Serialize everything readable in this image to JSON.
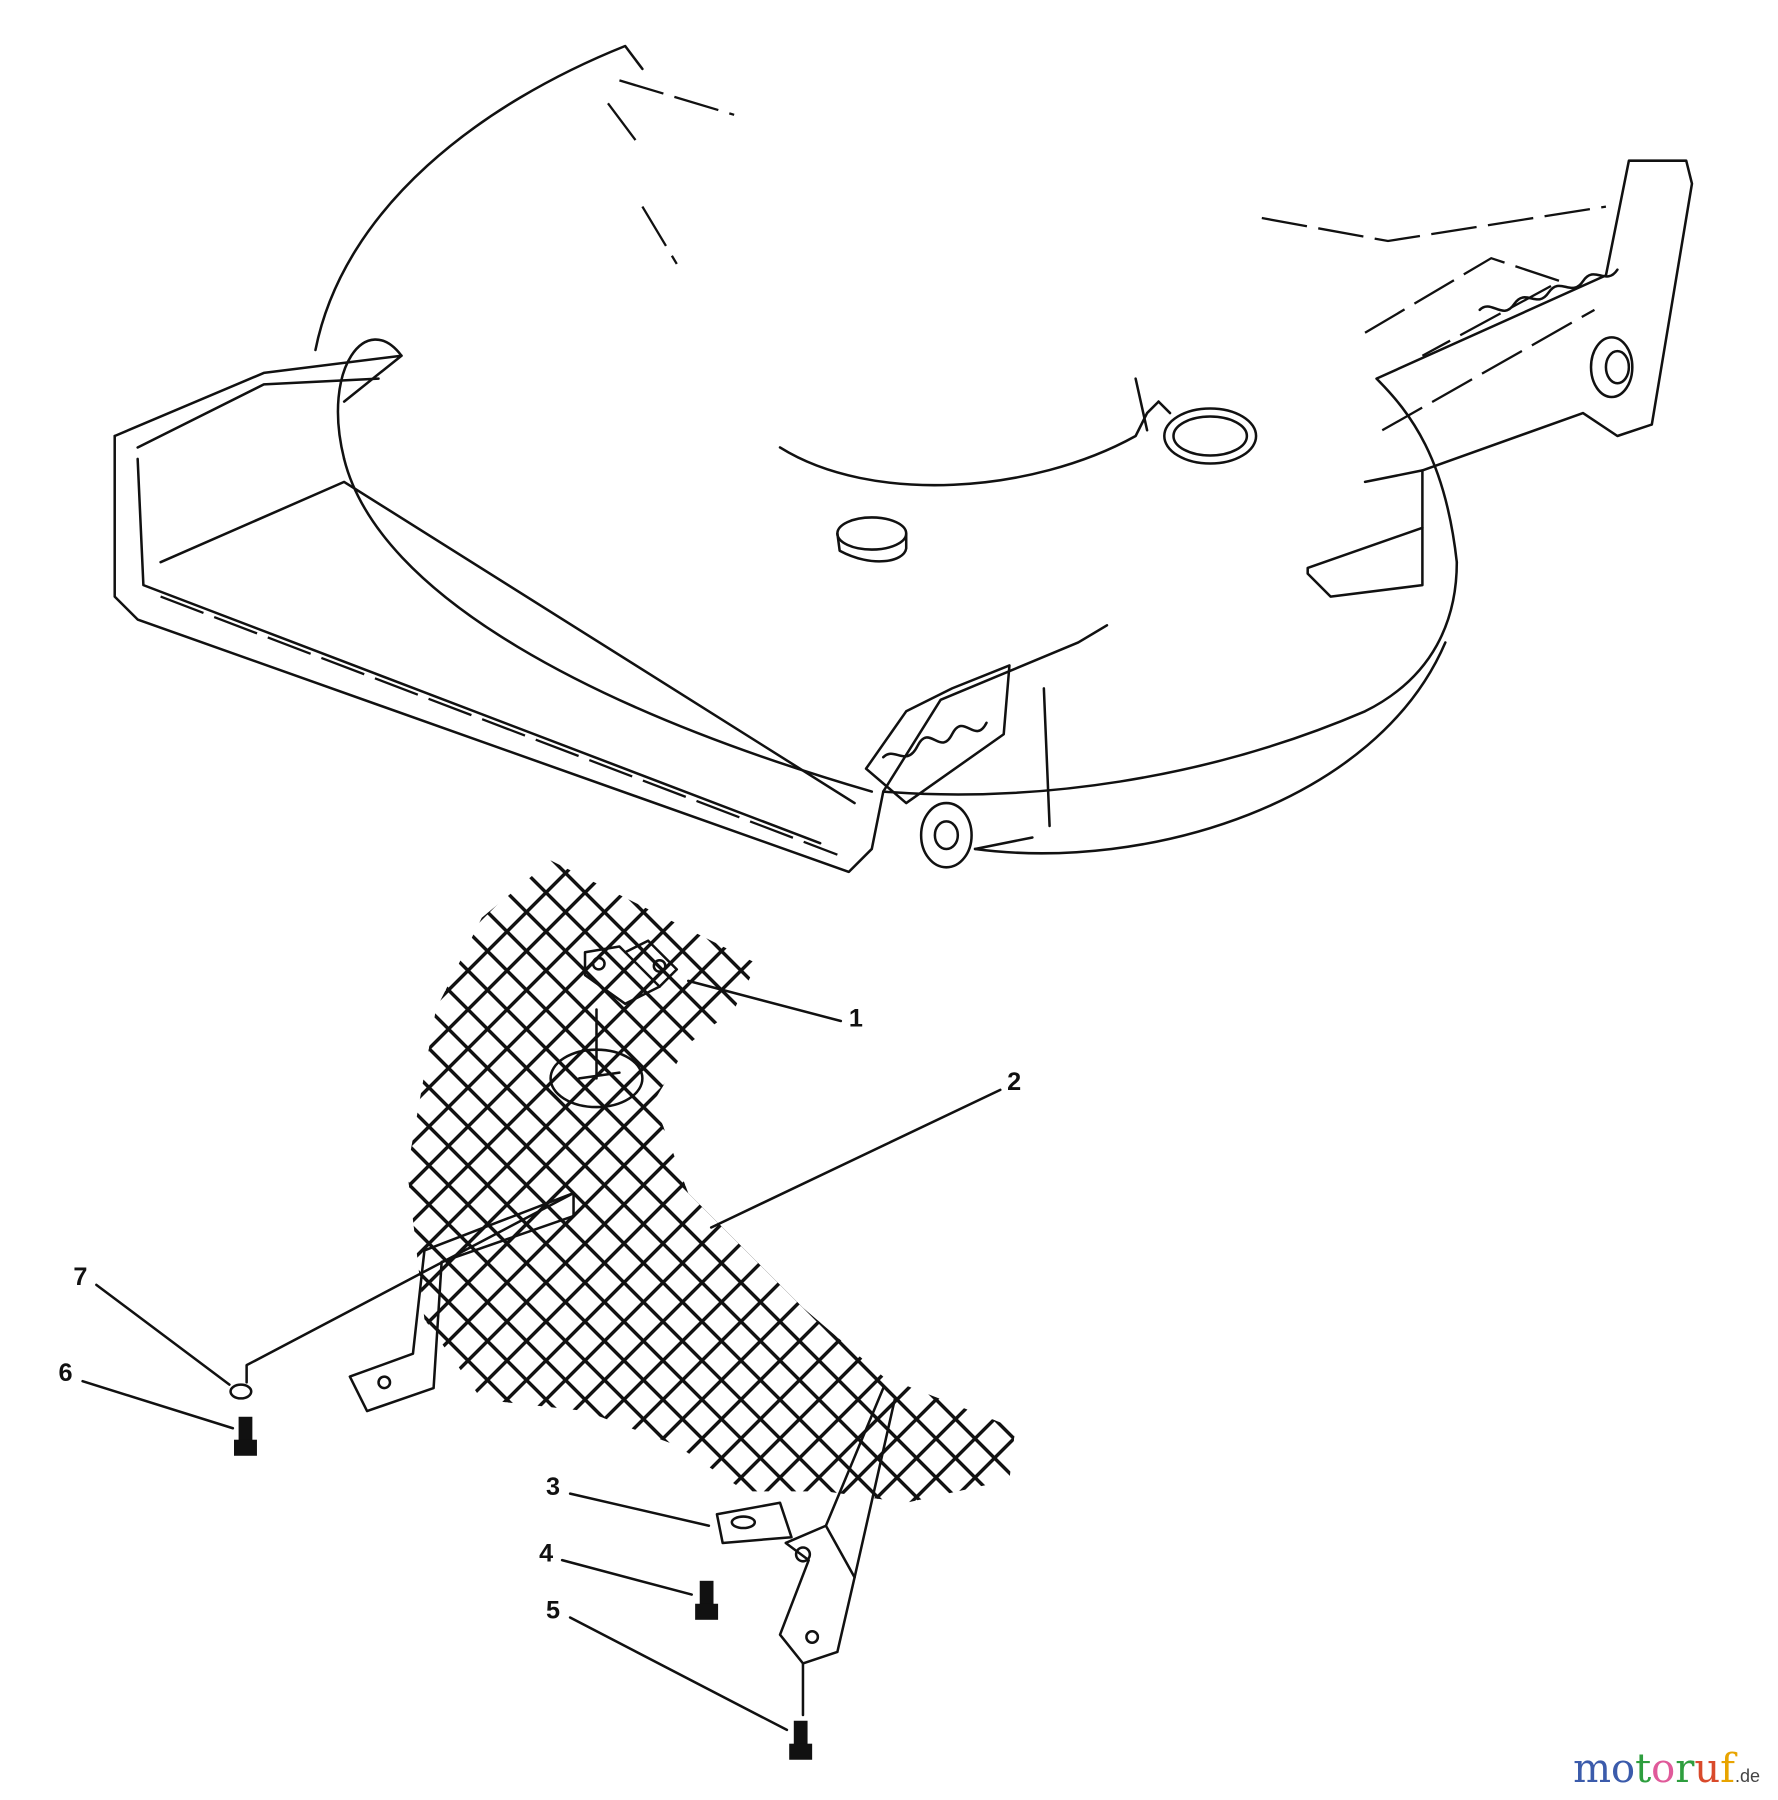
{
  "diagram": {
    "callouts": [
      {
        "number": "1"
      },
      {
        "number": "2"
      },
      {
        "number": "3"
      },
      {
        "number": "4"
      },
      {
        "number": "5"
      },
      {
        "number": "6"
      },
      {
        "number": "7"
      }
    ]
  },
  "watermark": {
    "text": "motoruf",
    "suffix": ".de",
    "letter_colors": [
      "#3b5bab",
      "#3b5bab",
      "#2e9e3e",
      "#e05a9a",
      "#2e9e3e",
      "#d94a2b",
      "#e8a400"
    ]
  }
}
